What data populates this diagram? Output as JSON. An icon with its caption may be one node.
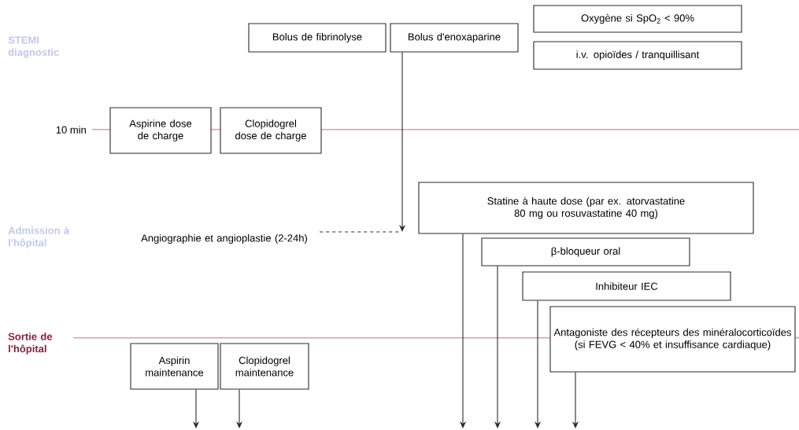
{
  "diagram": {
    "nodes": [
      {
        "text": [
          "Bolus de fibrinolyse"
        ]
      },
      {
        "text": [
          "Bolus d'enoxaparine"
        ]
      },
      {
        "text": [
          "Oxygène si SpO$_{2}$ < 90%"
        ]
      },
      {
        "text": [
          "i.v. opioïdes / tranquillisant"
        ]
      },
      {
        "text": [
          "Aspirine dose de charge"
        ]
      },
      {
        "text": [
          "Clopidogrel dose de charge"
        ]
      },
      {
        "text": [
          "Angiographie et angioplastie (2-24h)"
        ]
      },
      {
        "text": [
          "Statine à haute dose (par ex. atorvastatine 80 mg ou rosuvastatine 40 mg)"
        ]
      },
      {
        "text": [
          "β-bloqueur oral"
        ]
      },
      {
        "text": [
          "Inhibiteur IEC"
        ]
      },
      {
        "text": [
          "Antagoniste des récepteurs des minéralocorticoïdes (si FEVG < 40% et insuffisance cardiaque)"
        ]
      },
      {
        "text": [
          "Aspirin maintenance"
        ]
      },
      {
        "text": [
          "Clopidogrel maintenance"
        ]
      }
    ],
    "edges": [
      {
        "from": 1,
        "to": null,
        "arrow": "to"
      },
      {
        "from": 6,
        "to": null,
        "arrow": "none",
        "style": "dashed"
      },
      {
        "from": 7,
        "to": null,
        "arrow": "to"
      },
      {
        "from": 8,
        "to": null,
        "arrow": "to"
      },
      {
        "from": 9,
        "to": null,
        "arrow": "to"
      },
      {
        "from": 10,
        "to": null,
        "arrow": "to"
      },
      {
        "from": 11,
        "to": null,
        "arrow": "to"
      },
      {
        "from": 12,
        "to": null,
        "arrow": "to"
      }
    ],
    "labels": [
      "STEMI diagnostic",
      "10 min",
      "Admission à l'hôpital",
      "Sortie de l'hôpital"
    ]
  }
}
